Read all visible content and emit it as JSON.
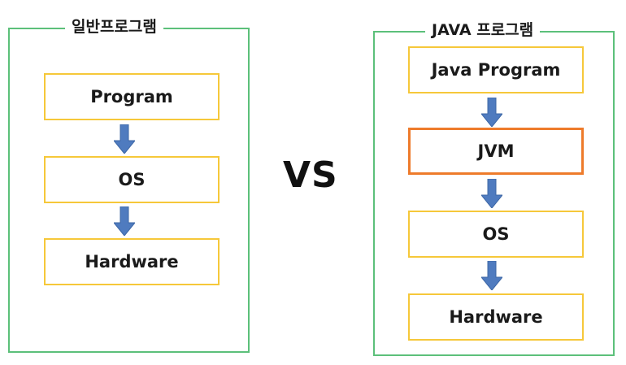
{
  "left_panel": {
    "title": "일반프로그램",
    "boxes": [
      "Program",
      "OS",
      "Hardware"
    ]
  },
  "vs_label": "VS",
  "right_panel": {
    "title": "JAVA 프로그램",
    "boxes": [
      "Java Program",
      "JVM",
      "OS",
      "Hardware"
    ]
  },
  "colors": {
    "panel_border": "#5cc07a",
    "box_border": "#f6c83a",
    "jvm_border": "#ee7b2b",
    "arrow": "#4f7bbf"
  }
}
